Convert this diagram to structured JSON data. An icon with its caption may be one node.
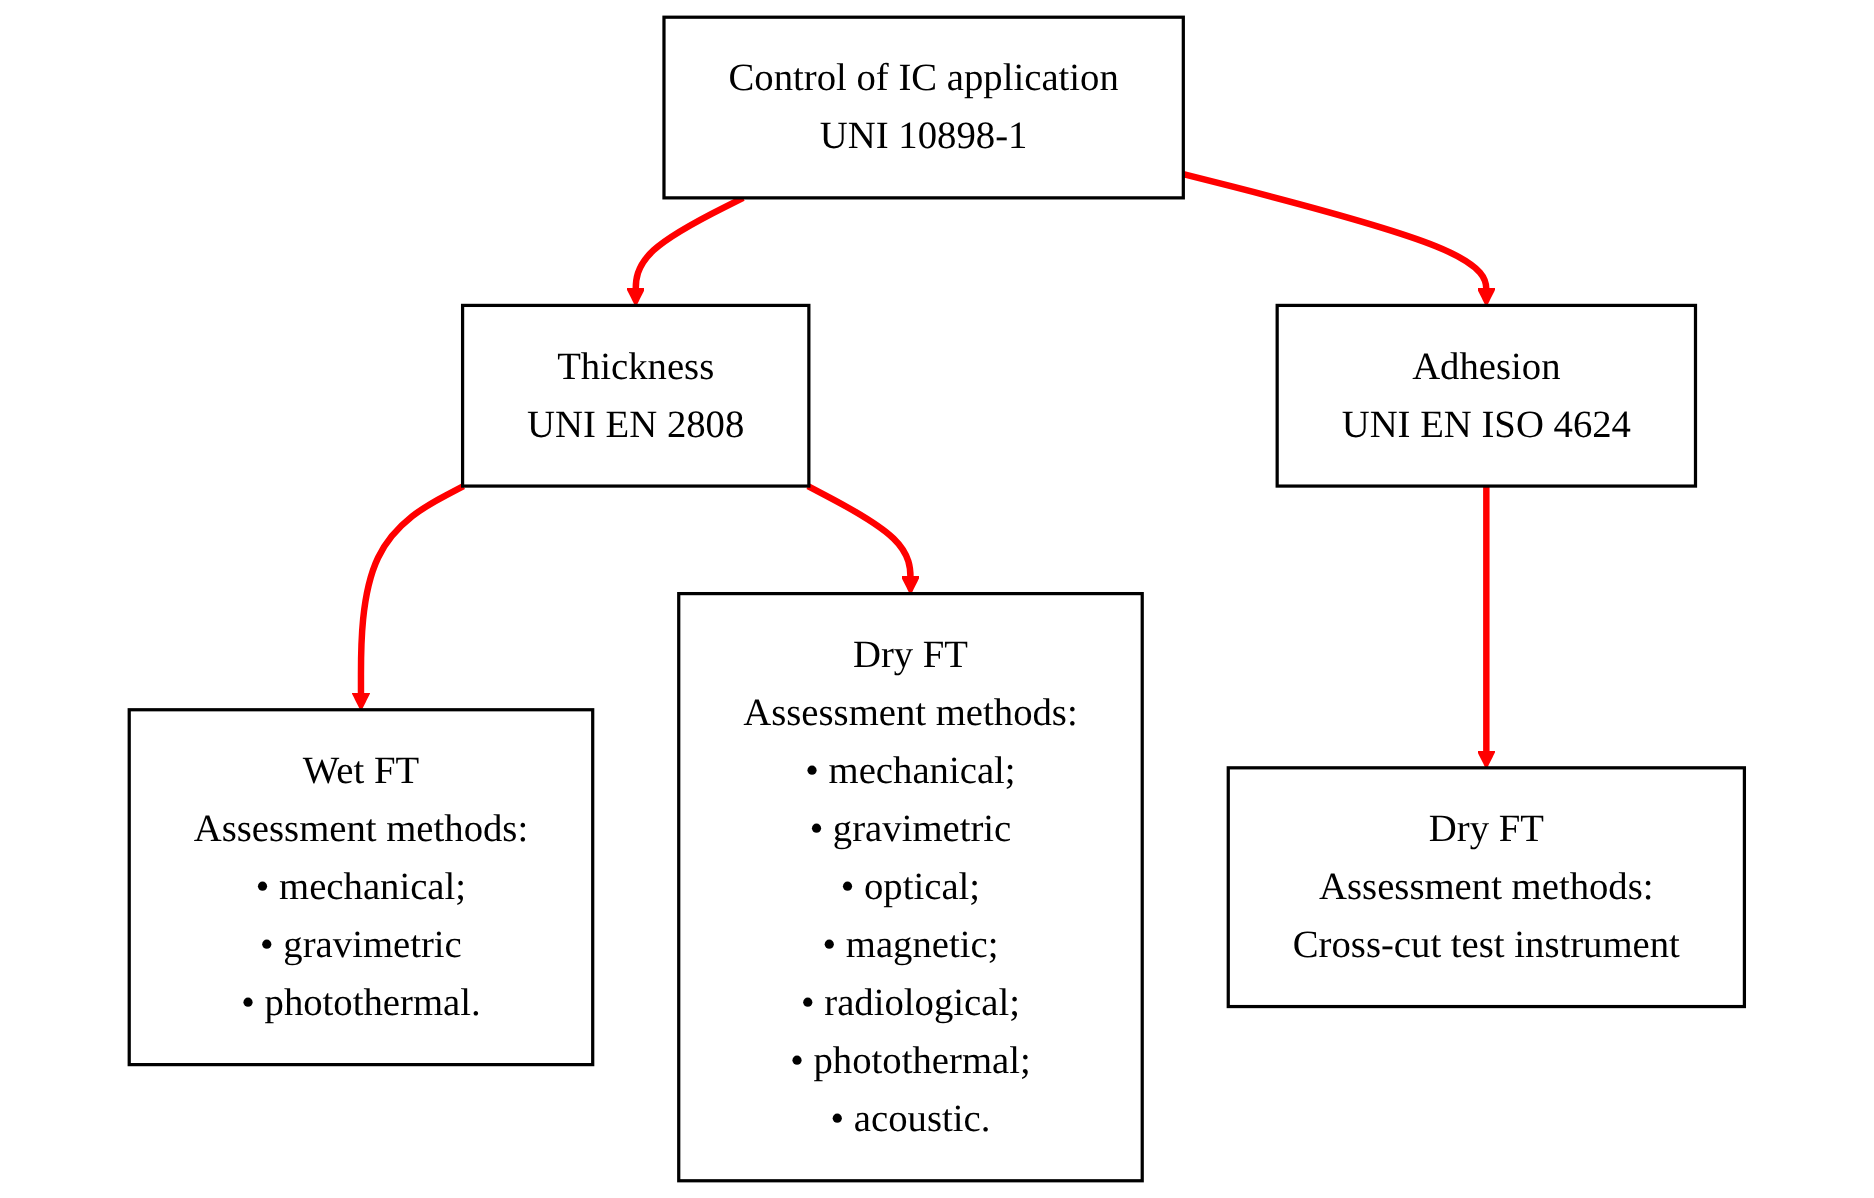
{
  "diagram": {
    "nodes": [
      {
        "text": [
          "Control of IC application",
          "UNI 10898-1"
        ]
      },
      {
        "text": [
          "Thickness",
          "UNI EN 2808"
        ]
      },
      {
        "text": [
          "Adhesion",
          "UNI EN ISO 4624"
        ]
      },
      {
        "text": [
          "Wet FT",
          "Assessment methods:",
          "• mechanical;",
          "• gravimetric",
          "• photothermal."
        ]
      },
      {
        "text": [
          "Dry FT",
          "Assessment methods:",
          "• mechanical;",
          "• gravimetric",
          "• optical;",
          "• magnetic;",
          "• radiological;",
          "• photothermal;",
          "• acoustic."
        ]
      },
      {
        "text": [
          "Dry FT",
          "Assessment methods:",
          "Cross-cut test instrument"
        ]
      }
    ],
    "edges": [
      {
        "from": 0,
        "to": 1,
        "arrow": "to",
        "color": "#ff0000"
      },
      {
        "from": 0,
        "to": 2,
        "arrow": "to",
        "color": "#ff0000"
      },
      {
        "from": 1,
        "to": 3,
        "arrow": "to",
        "color": "#ff0000"
      },
      {
        "from": 1,
        "to": 4,
        "arrow": "to",
        "color": "#ff0000"
      },
      {
        "from": 2,
        "to": 5,
        "arrow": "to",
        "color": "#ff0000"
      }
    ]
  }
}
